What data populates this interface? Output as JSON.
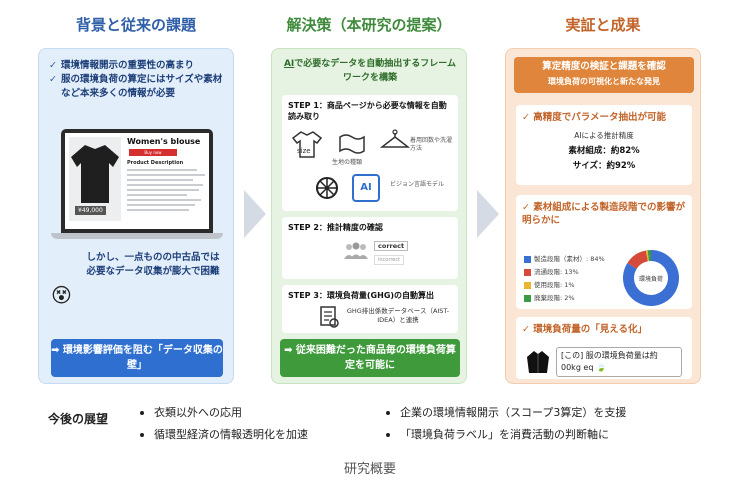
{
  "columns": {
    "background": {
      "title": "背景と従来の課題"
    },
    "solution": {
      "title": "解決策（本研究の提案）"
    },
    "results": {
      "title": "実証と成果"
    }
  },
  "background_panel": {
    "bullets": [
      "環境情報開示の重要性の高まり",
      "服の環境負荷の算定にはサイズや素材など本来多くの情報が必要"
    ],
    "product_mock": {
      "title": "Women's blouse",
      "buy": "Buy now",
      "desc_heading": "Product Description",
      "price": "¥49,000"
    },
    "warning_text": "しかし、一点ものの中古品では必要なデータ収集が膨大で困難",
    "button": "➡ 環境影響評価を阻む「データ収集の壁」"
  },
  "solution_panel": {
    "lead_highlight": "AI",
    "lead_rest": "で必要なデータを自動抽出するフレームワークを構築",
    "step1": {
      "title": "STEP 1：商品ページから必要な情報を自動読み取り",
      "size_label": "size",
      "fabric_label": "生地の種類",
      "care_label": "着用回数や洗濯方法",
      "ai_badge": "AI",
      "model_label": "ビジョン言語モデル"
    },
    "step2": {
      "title": "STEP 2：推計精度の確認",
      "tag_correct": "correct",
      "tag_incorrect": "incorrect"
    },
    "step3": {
      "title": "STEP 3：環境負荷量(GHG)の自動算出",
      "db_text": "GHG排出係数データベース（AIST-IDEA）と連携"
    },
    "button": "➡ 従来困難だった商品毎の環境負荷算定を可能に"
  },
  "results_panel": {
    "header_main": "算定精度の検証と課題を確認",
    "header_sub": "環境負荷の可視化と新たな発見",
    "card1": {
      "heading": "高精度でパラメータ抽出が可能",
      "sub": "AIによる推計精度",
      "material": "素材組成：約82%",
      "size": "サイズ：約92%"
    },
    "card2": {
      "heading": "素材組成による製造段階での影響が明らかに",
      "legend": [
        {
          "label": "製造段階（素材）: 84%",
          "color": "#3b6fd4"
        },
        {
          "label": "流通段階: 13%",
          "color": "#d64a3b"
        },
        {
          "label": "使用段階: 1%",
          "color": "#e8b631"
        },
        {
          "label": "廃棄段階: 2%",
          "color": "#3c9a46"
        }
      ],
      "donut_values": [
        84,
        13,
        1,
        2
      ],
      "donut_center": "環境負荷"
    },
    "card3": {
      "heading": "環境負荷量の「見える化」",
      "result": "[この] 服の環境負荷量は約 00kg eq"
    }
  },
  "footer": {
    "label": "今後の展望",
    "items": [
      "衣類以外への応用",
      "企業の環境情報開示（スコープ3算定）を支援",
      "循環型経済の情報透明化を加速",
      "「環境負荷ラベル」を消費活動の判断軸に"
    ],
    "caption": "研究概要"
  }
}
